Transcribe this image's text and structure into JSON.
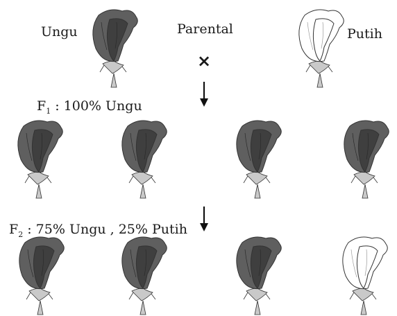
{
  "parental": {
    "left_label": "Ungu",
    "center_label": "Parental",
    "right_label": "Putih",
    "cross_symbol": "×"
  },
  "f1": {
    "gen": "F",
    "sub": "1",
    "text": " : 100% Ungu",
    "flowers": [
      "purple",
      "purple",
      "purple",
      "purple"
    ]
  },
  "f2": {
    "gen": "F",
    "sub": "2",
    "text": " : 75% Ungu , 25% Putih",
    "flowers": [
      "purple",
      "purple",
      "purple",
      "white"
    ]
  },
  "colors": {
    "purple_petal": "#5f5f5f",
    "purple_petal_dark": "#3f3f3f",
    "white_petal": "#ffffff",
    "stem": "#c9c9c9",
    "outline": "#333333"
  }
}
